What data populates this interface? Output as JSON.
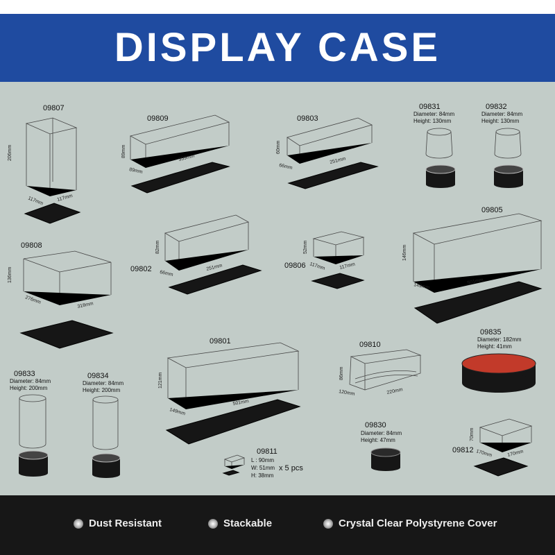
{
  "header": {
    "title": "DISPLAY CASE"
  },
  "products": {
    "p09807": {
      "code": "09807",
      "height": "206mm",
      "width": "117mm",
      "depth": "117mm"
    },
    "p09809": {
      "code": "09809",
      "height": "89mm",
      "depth": "89mm",
      "length": "359mm"
    },
    "p09803": {
      "code": "09803",
      "height": "60mm",
      "depth": "66mm",
      "length": "251mm"
    },
    "p09831": {
      "code": "09831",
      "diameter": "Diameter: 84mm",
      "height": "Height: 130mm"
    },
    "p09832": {
      "code": "09832",
      "diameter": "Diameter: 84mm",
      "height": "Height: 130mm"
    },
    "p09808": {
      "code": "09808",
      "height": "136mm",
      "depth": "276mm",
      "length": "318mm"
    },
    "p09802": {
      "code": "09802",
      "height": "82mm",
      "depth": "66mm",
      "length": "251mm"
    },
    "p09806": {
      "code": "09806",
      "height": "52mm",
      "width": "117mm",
      "depth": "117mm"
    },
    "p09805": {
      "code": "09805",
      "height": "146mm",
      "depth": "149mm",
      "length": "501mm"
    },
    "p09833": {
      "code": "09833",
      "diameter": "Diameter: 84mm",
      "height": "Height: 200mm"
    },
    "p09834": {
      "code": "09834",
      "diameter": "Diameter: 84mm",
      "height": "Height: 200mm"
    },
    "p09801": {
      "code": "09801",
      "height": "121mm",
      "depth": "149mm",
      "length": "501mm"
    },
    "p09810": {
      "code": "09810",
      "height": "86mm",
      "depth": "120mm",
      "length": "220mm"
    },
    "p09835": {
      "code": "09835",
      "diameter": "Diameter: 182mm",
      "height": "Height: 41mm"
    },
    "p09830": {
      "code": "09830",
      "diameter": "Diameter: 84mm",
      "height": "Height: 47mm"
    },
    "p09811": {
      "code": "09811",
      "l": "L : 90mm",
      "w": "W: 51mm",
      "h": "H: 38mm",
      "qty": "x 5 pcs"
    },
    "p09812": {
      "code": "09812",
      "height": "70mm",
      "depth": "170mm",
      "width": "170mm"
    }
  },
  "footer": {
    "features": [
      "Dust Resistant",
      "Stackable",
      "Crystal Clear Polystyrene Cover"
    ]
  },
  "colors": {
    "header_bg": "#1f4ba0",
    "panel_bg": "#c2ccc8",
    "footer_bg": "#171717",
    "red_disc": "#c23a2a"
  }
}
